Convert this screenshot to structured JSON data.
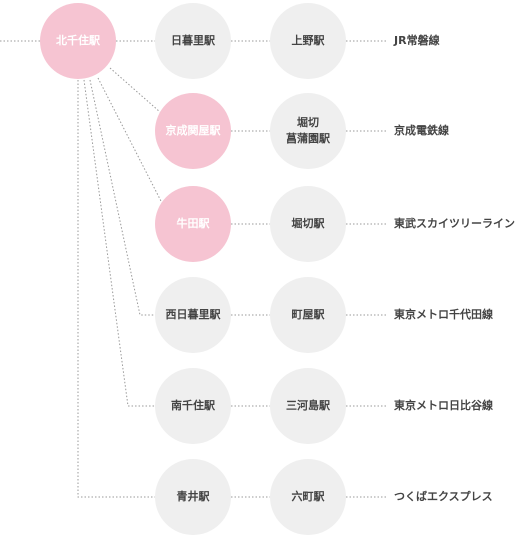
{
  "colors": {
    "hub": "#f6c4d2",
    "highlight": "#f6c4d2",
    "station": "#efefef",
    "station_text": "#444444",
    "highlight_text": "#ffffff",
    "connector": "#999999"
  },
  "hub": {
    "label": "北千住駅"
  },
  "routes": [
    {
      "first": "日暮里駅",
      "second": "上野駅",
      "line": "JR常磐線",
      "highlight": false
    },
    {
      "first": "京成関屋駅",
      "second": "堀切\n菖蒲園駅",
      "line": "京成電鉄線",
      "highlight": true
    },
    {
      "first": "牛田駅",
      "second": "堀切駅",
      "line": "東武スカイツリーライン",
      "highlight": true
    },
    {
      "first": "西日暮里駅",
      "second": "町屋駅",
      "line": "東京メトロ千代田線",
      "highlight": false
    },
    {
      "first": "南千住駅",
      "second": "三河島駅",
      "line": "東京メトロ日比谷線",
      "highlight": false
    },
    {
      "first": "青井駅",
      "second": "六町駅",
      "line": "つくばエクスプレス",
      "highlight": false
    }
  ]
}
